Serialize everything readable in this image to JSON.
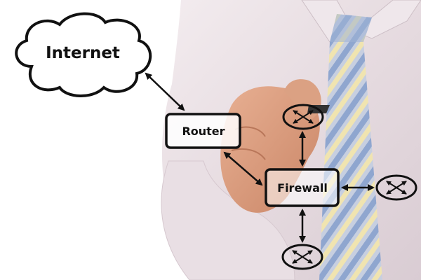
{
  "diagram": {
    "nodes": {
      "internet": {
        "label": "Internet",
        "shape": "cloud"
      },
      "router": {
        "label": "Router",
        "shape": "rounded-rect"
      },
      "firewall": {
        "label": "Firewall",
        "shape": "rounded-rect"
      },
      "switch_top": {
        "label": "",
        "shape": "switch-ellipse"
      },
      "switch_right": {
        "label": "",
        "shape": "switch-ellipse"
      },
      "switch_bottom": {
        "label": "",
        "shape": "switch-ellipse"
      }
    },
    "edges": [
      {
        "from": "internet",
        "to": "router",
        "style": "double-arrow"
      },
      {
        "from": "router",
        "to": "firewall",
        "style": "double-arrow"
      },
      {
        "from": "firewall",
        "to": "switch_top",
        "style": "double-arrow"
      },
      {
        "from": "firewall",
        "to": "switch_right",
        "style": "double-arrow"
      },
      {
        "from": "firewall",
        "to": "switch_bottom",
        "style": "double-arrow"
      }
    ],
    "colors": {
      "ink": "#111111",
      "shirt": "#e6dce0",
      "skin": "#d69a7c",
      "tie_stripe_blue": "#8fa6cf",
      "tie_stripe_yellow": "#f0e4b0"
    }
  }
}
